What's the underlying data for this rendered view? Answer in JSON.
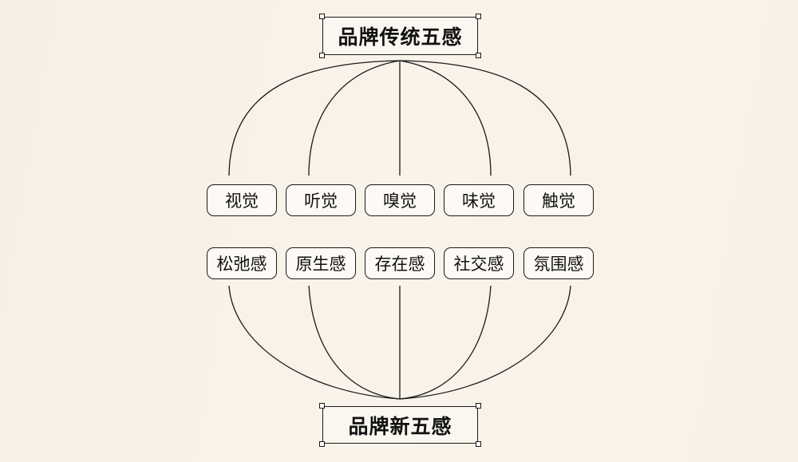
{
  "diagram": {
    "top_title": "品牌传统五感",
    "bottom_title": "品牌新五感",
    "traditional_senses": [
      {
        "label": "视觉"
      },
      {
        "label": "听觉"
      },
      {
        "label": "嗅觉"
      },
      {
        "label": "味觉"
      },
      {
        "label": "触觉"
      }
    ],
    "new_senses": [
      {
        "label": "松弛感"
      },
      {
        "label": "原生感"
      },
      {
        "label": "存在感"
      },
      {
        "label": "社交感"
      },
      {
        "label": "氛围感"
      }
    ]
  },
  "colors": {
    "background": "#f7f1e6",
    "line": "#1a1a1a",
    "text": "#111111"
  }
}
